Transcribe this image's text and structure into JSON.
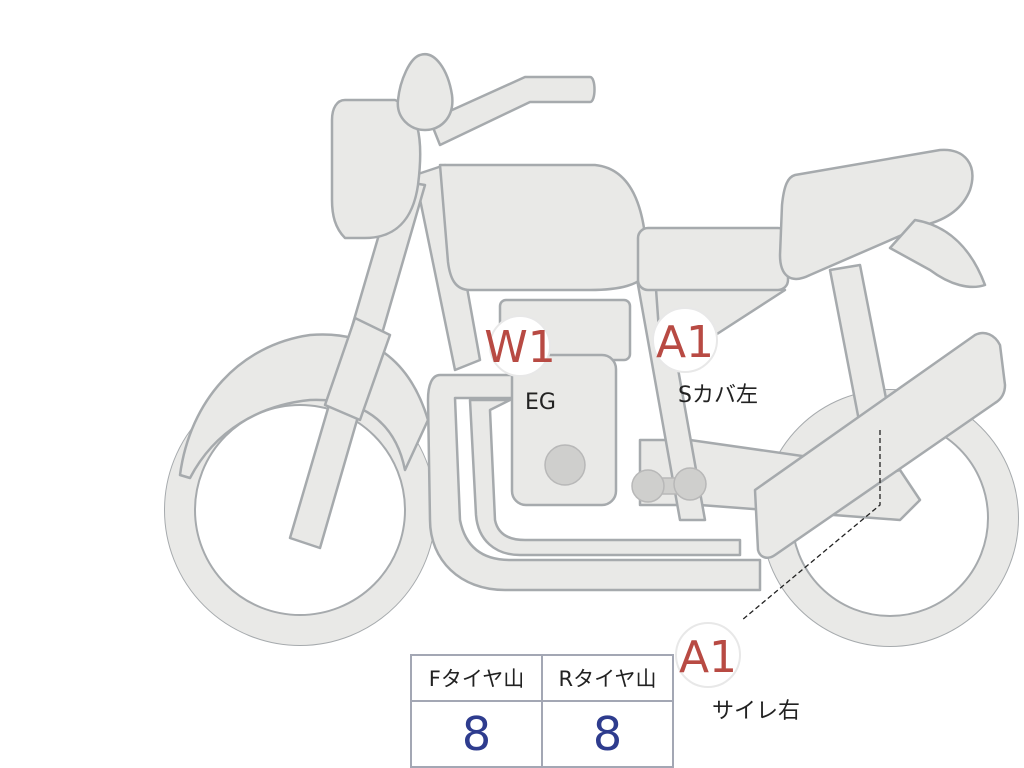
{
  "colors": {
    "bike_fill": "#e9e9e7",
    "bike_outline": "#a6aaad",
    "marker_code": "#b84a43",
    "tire_value": "#2e3c8e",
    "table_border": "#a3a7b4"
  },
  "markers": [
    {
      "code": "W1",
      "label": "EG"
    },
    {
      "code": "A1",
      "label": "Sカバ左"
    },
    {
      "code": "A1",
      "label": "サイレ右"
    }
  ],
  "tire_table": {
    "headers": [
      "Fタイヤ山",
      "Rタイヤ山"
    ],
    "values": [
      "8",
      "8"
    ]
  }
}
